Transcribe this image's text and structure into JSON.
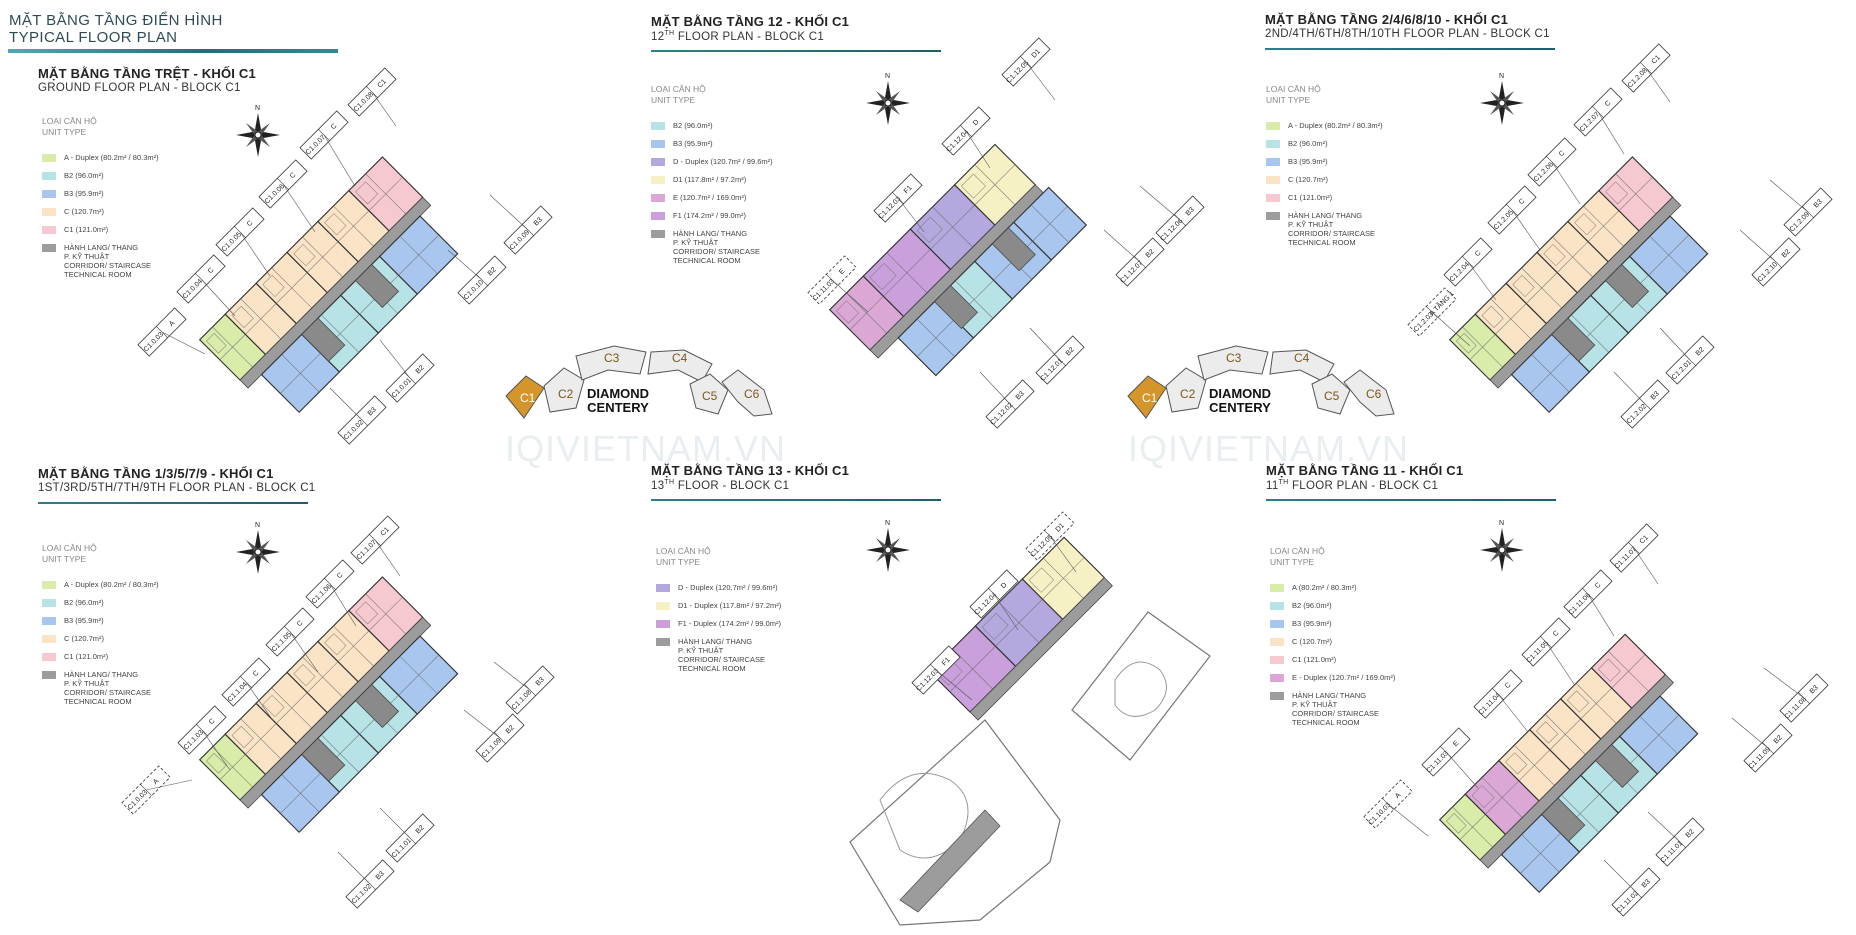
{
  "header": {
    "title_vi": "MẶT BẰNG TẦNG ĐIỂN HÌNH",
    "title_en": "TYPICAL FLOOR PLAN"
  },
  "watermark": "IQIVIETNAM.VN",
  "site": {
    "blocks": [
      "C1",
      "C2",
      "C3",
      "C4",
      "C5",
      "C6"
    ],
    "name_line1": "DIAMOND",
    "name_line2": "CENTERY",
    "highlight_color": "#d4962a"
  },
  "legend_title_vi": "LOẠI CĂN HỘ",
  "legend_title_en": "UNIT TYPE",
  "colors": {
    "A": "#d9ecaa",
    "B2": "#b7e3e6",
    "B3": "#a9c6ef",
    "C": "#fbe3c6",
    "C1": "#f6c8cf",
    "D": "#b4a8df",
    "D1": "#f6f1c4",
    "E": "#dba8d6",
    "F1": "#c99fdc",
    "corridor": "#9c9c9c"
  },
  "panels": [
    {
      "id": "ground",
      "title": "MẶT BẰNG TẦNG TRỆT - KHỐI C1",
      "sub": "GROUND FLOOR PLAN - BLOCK C1",
      "legend": [
        {
          "color": "#d9ecaa",
          "text": "A - Duplex (80.2m² / 80.3m²)"
        },
        {
          "color": "#b7e3e6",
          "text": "B2 (96.0m²)"
        },
        {
          "color": "#a9c6ef",
          "text": "B3 (95.9m²)"
        },
        {
          "color": "#fbe3c6",
          "text": "C (120.7m²)"
        },
        {
          "color": "#f6c8cf",
          "text": "C1 (121.0m²)"
        },
        {
          "color": "#9c9c9c",
          "text": "HÀNH LANG/ THANG\nP. KỸ THUẬT\nCORRIDOR/ STAIRCASE\nTECHNICAL ROOM"
        }
      ],
      "labels": [
        {
          "code": "C1.0.03",
          "type": "A"
        },
        {
          "code": "C1.0.04",
          "type": "C"
        },
        {
          "code": "C1.0.05",
          "type": "C"
        },
        {
          "code": "C1.0.06",
          "type": "C"
        },
        {
          "code": "C1.0.07",
          "type": "C"
        },
        {
          "code": "C1.0.08",
          "type": "C1"
        },
        {
          "code": "C1.0.09",
          "type": "B3"
        },
        {
          "code": "C1.0.10",
          "type": "B2"
        },
        {
          "code": "C1.0.01",
          "type": "B2"
        },
        {
          "code": "C1.0.02",
          "type": "B3"
        }
      ]
    },
    {
      "id": "f12",
      "title": "MẶT BẰNG TẦNG 12 - KHỐI C1",
      "sub_parts": [
        "12",
        "TH",
        " FLOOR PLAN - BLOCK C1"
      ],
      "legend": [
        {
          "color": "#b7e3e6",
          "text": "B2 (96.0m²)"
        },
        {
          "color": "#a9c6ef",
          "text": "B3 (95.9m²)"
        },
        {
          "color": "#b4a8df",
          "text": "D - Duplex (120.7m² / 99.6m²)"
        },
        {
          "color": "#f6f1c4",
          "text": "D1 (117.8m² / 97.2m²)"
        },
        {
          "color": "#dba8d6",
          "text": "E (120.7m² / 169.0m²)"
        },
        {
          "color": "#c99fdc",
          "text": "F1 (174.2m² / 99.0m²)"
        },
        {
          "color": "#9c9c9c",
          "text": "HÀNH LANG/ THANG\nP. KỸ THUẬT\nCORRIDOR/ STAIRCASE\nTECHNICAL ROOM"
        }
      ],
      "labels": [
        {
          "code": "C1.11.03",
          "type": "E"
        },
        {
          "code": "C1.12.03",
          "type": "F1"
        },
        {
          "code": "C1.12.04",
          "type": "D"
        },
        {
          "code": "C1.12.05",
          "type": "D1"
        },
        {
          "code": "C1.12.06",
          "type": "B3"
        },
        {
          "code": "C1.12.07",
          "type": "B2"
        },
        {
          "code": "C1.12.01",
          "type": "B2"
        },
        {
          "code": "C1.12.02",
          "type": "B3"
        }
      ]
    },
    {
      "id": "f2-10",
      "title": "MẶT BẰNG TẦNG 2/4/6/8/10 - KHỐI C1",
      "sub": "2ND/4TH/6TH/8TH/10TH FLOOR PLAN - BLOCK C1",
      "legend": [
        {
          "color": "#d9ecaa",
          "text": "A - Duplex (80.2m² / 80.3m²)"
        },
        {
          "color": "#b7e3e6",
          "text": "B2 (96.0m²)"
        },
        {
          "color": "#a9c6ef",
          "text": "B3 (95.9m²)"
        },
        {
          "color": "#fbe3c6",
          "text": "C (120.7m²)"
        },
        {
          "color": "#f6c8cf",
          "text": "C1 (121.0m²)"
        },
        {
          "color": "#9c9c9c",
          "text": "HÀNH LANG/ THANG\nP. KỸ THUẬT\nCORRIDOR/ STAIRCASE\nTECHNICAL ROOM"
        }
      ],
      "labels": [
        {
          "code": "C1.2.03",
          "type": "A TẦNG 1"
        },
        {
          "code": "C1.2.04",
          "type": "C"
        },
        {
          "code": "C1.2.05",
          "type": "C"
        },
        {
          "code": "C1.2.06",
          "type": "C"
        },
        {
          "code": "C1.2.07",
          "type": "C"
        },
        {
          "code": "C1.2.08",
          "type": "C1"
        },
        {
          "code": "C1.2.09",
          "type": "B3"
        },
        {
          "code": "C1.2.10",
          "type": "B2"
        },
        {
          "code": "C1.2.01",
          "type": "B2"
        },
        {
          "code": "C1.2.02",
          "type": "B3"
        }
      ]
    },
    {
      "id": "f1-9",
      "title": "MẶT BẰNG TẦNG 1/3/5/7/9 - KHỐI C1",
      "sub": "1ST/3RD/5TH/7TH/9TH FLOOR PLAN - BLOCK C1",
      "legend": [
        {
          "color": "#d9ecaa",
          "text": "A - Duplex (80.2m² / 80.3m²)"
        },
        {
          "color": "#b7e3e6",
          "text": "B2 (96.0m²)"
        },
        {
          "color": "#a9c6ef",
          "text": "B3 (95.9m²)"
        },
        {
          "color": "#fbe3c6",
          "text": "C (120.7m²)"
        },
        {
          "color": "#f6c8cf",
          "text": "C1 (121.0m²)"
        },
        {
          "color": "#9c9c9c",
          "text": "HÀNH LANG/ THANG\nP. KỸ THUẬT\nCORRIDOR/ STAIRCASE\nTECHNICAL ROOM"
        }
      ],
      "labels": [
        {
          "code": "C1.0.03",
          "type": "A"
        },
        {
          "code": "C1.1.03",
          "type": "C"
        },
        {
          "code": "C1.1.04",
          "type": "C"
        },
        {
          "code": "C1.1.05",
          "type": "C"
        },
        {
          "code": "C1.1.06",
          "type": "C"
        },
        {
          "code": "C1.1.07",
          "type": "C1"
        },
        {
          "code": "C1.1.08",
          "type": "B3"
        },
        {
          "code": "C1.1.09",
          "type": "B2"
        },
        {
          "code": "C1.1.01",
          "type": "B2"
        },
        {
          "code": "C1.1.02",
          "type": "B3"
        }
      ]
    },
    {
      "id": "f13",
      "title": "MẶT BẰNG TẦNG 13 - KHỐI C1",
      "sub_parts": [
        "13",
        "TH",
        " FLOOR - BLOCK C1"
      ],
      "legend": [
        {
          "color": "#b4a8df",
          "text": "D - Duplex (120.7m² / 99.6m²)"
        },
        {
          "color": "#f6f1c4",
          "text": "D1 - Duplex (117.8m² / 97.2m²)"
        },
        {
          "color": "#c99fdc",
          "text": "F1 - Duplex (174.2m² / 99.0m²)"
        },
        {
          "color": "#9c9c9c",
          "text": "HÀNH LANG/ THANG\nP. KỸ THUẬT\nCORRIDOR/ STAIRCASE\nTECHNICAL ROOM"
        }
      ],
      "labels": [
        {
          "code": "C1.12.03",
          "type": "F1"
        },
        {
          "code": "C1.12.04",
          "type": "D"
        },
        {
          "code": "C1.12.05",
          "type": "D1"
        }
      ]
    },
    {
      "id": "f11",
      "title": "MẶT BẰNG TẦNG 11 - KHỐI C1",
      "sub_parts": [
        "11",
        "TH",
        " FLOOR PLAN - BLOCK C1"
      ],
      "legend": [
        {
          "color": "#d9ecaa",
          "text": "A (80.2m² / 80.3m²)"
        },
        {
          "color": "#b7e3e6",
          "text": "B2 (96.0m²)"
        },
        {
          "color": "#a9c6ef",
          "text": "B3 (95.9m²)"
        },
        {
          "color": "#fbe3c6",
          "text": "C (120.7m²)"
        },
        {
          "color": "#f6c8cf",
          "text": "C1 (121.0m²)"
        },
        {
          "color": "#dba8d6",
          "text": "E - Duplex (120.7m² / 169.0m²)"
        },
        {
          "color": "#9c9c9c",
          "text": "HÀNH LANG/ THANG\nP. KỸ THUẬT\nCORRIDOR/ STAIRCASE\nTECHNICAL ROOM"
        }
      ],
      "labels": [
        {
          "code": "C1.10.03",
          "type": "A"
        },
        {
          "code": "C1.11.03",
          "type": "E"
        },
        {
          "code": "C1.11.04",
          "type": "C"
        },
        {
          "code": "C1.11.05",
          "type": "C"
        },
        {
          "code": "C1.11.06",
          "type": "C"
        },
        {
          "code": "C1.11.07",
          "type": "C1"
        },
        {
          "code": "C1.11.08",
          "type": "B3"
        },
        {
          "code": "C1.11.09",
          "type": "B2"
        },
        {
          "code": "C1.11.01",
          "type": "B2"
        },
        {
          "code": "C1.11.02",
          "type": "B3"
        }
      ]
    }
  ]
}
